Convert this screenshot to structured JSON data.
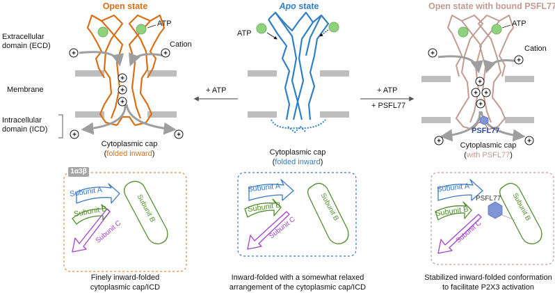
{
  "colors": {
    "open": "#d96f14",
    "apo": "#2f7fc6",
    "psfl": "#c29a8f",
    "psfl_label": "#2e4a99",
    "atp": "#8fd27e",
    "membrane": "#bdbdbd",
    "arrow": "#9e9e9e",
    "subunit_a": "#3b78c4",
    "subunit_b": "#4f8c2a",
    "subunit_c": "#a23fd0",
    "hexagon": "#7f95d8"
  },
  "left": {
    "title": "Open state",
    "labels": {
      "ecd": "Extracellular domain (ECD)",
      "membrane": "Membrane",
      "icd": "Intracellular domain (ICD)",
      "atp": "ATP",
      "cation": "Cation"
    },
    "cap_line1": "Cytoplasmic cap",
    "cap_line2": "folded inward",
    "badge": "1α3β",
    "subunits": {
      "a": "Subunit A",
      "b": "Subunit B",
      "b2": "Subunit B",
      "c": "Subunit C"
    },
    "note_line1": "Finely inward-folded",
    "note_line2": "cytoplasmic cap/ICD"
  },
  "middle": {
    "title_italic": "Apo",
    "title_rest": "state",
    "atp": "ATP",
    "cap_line1": "Cytoplasmic cap",
    "cap_line2": "folded inward",
    "subunits": {
      "a": "Subunit A",
      "b": "Subunit B",
      "b2": "Subunit B",
      "c": "Subunit C"
    },
    "note_line1": "Inward-folded with a somewhat relaxed",
    "note_line2": "arrangement of the cytoplasmic cap/ICD"
  },
  "right": {
    "title": "Open state with bound PSFL77",
    "atp": "ATP",
    "cation": "Cation",
    "psfl_label": "PSFL77",
    "cap_line1": "Cytoplasmic cap",
    "cap_line2": "with PSFL77",
    "subunits": {
      "a": "Subunit A",
      "b": "Subunit B",
      "b2": "Subunit B",
      "c": "Subunit C",
      "drug": "PSFL77"
    },
    "note_line1": "Stabilized inward-folded conformation",
    "note_line2": "to facilitate P2X3 activation"
  },
  "arrows": {
    "left_label": "+ ATP",
    "right_label1": "+ ATP",
    "right_label2": "+ PSFL77"
  }
}
